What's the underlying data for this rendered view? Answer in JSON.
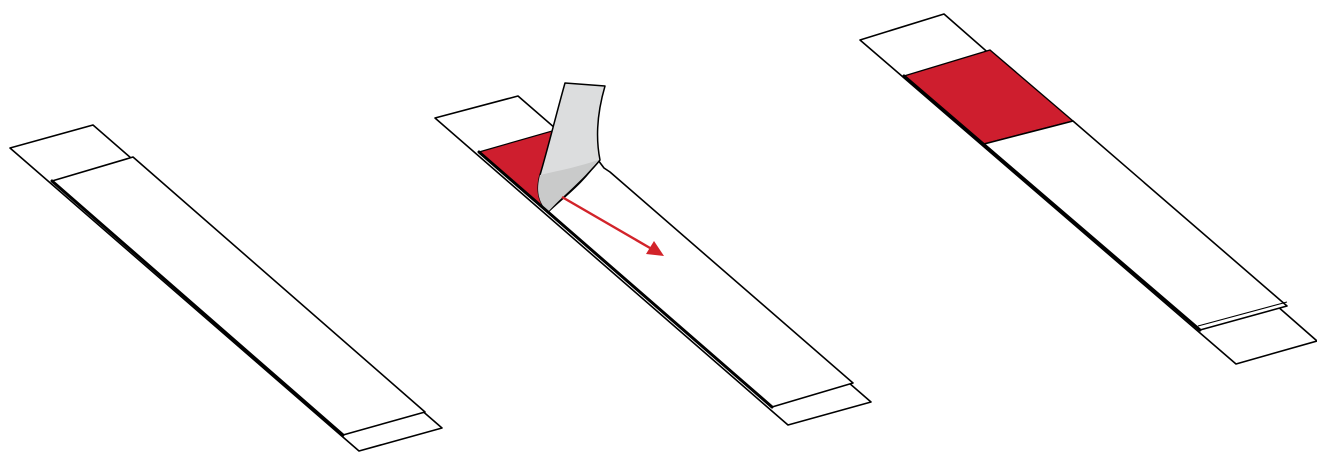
{
  "colors": {
    "adhesive": "#CE1E2E",
    "liner": "#DCDDDE",
    "arrow": "#D2232A",
    "outline": "#000000",
    "background": "#FFFFFF"
  },
  "steps": [
    {
      "state": "liner-attached"
    },
    {
      "state": "liner-peeling",
      "arrow": "pull-direction"
    },
    {
      "state": "adhesive-exposed"
    }
  ]
}
